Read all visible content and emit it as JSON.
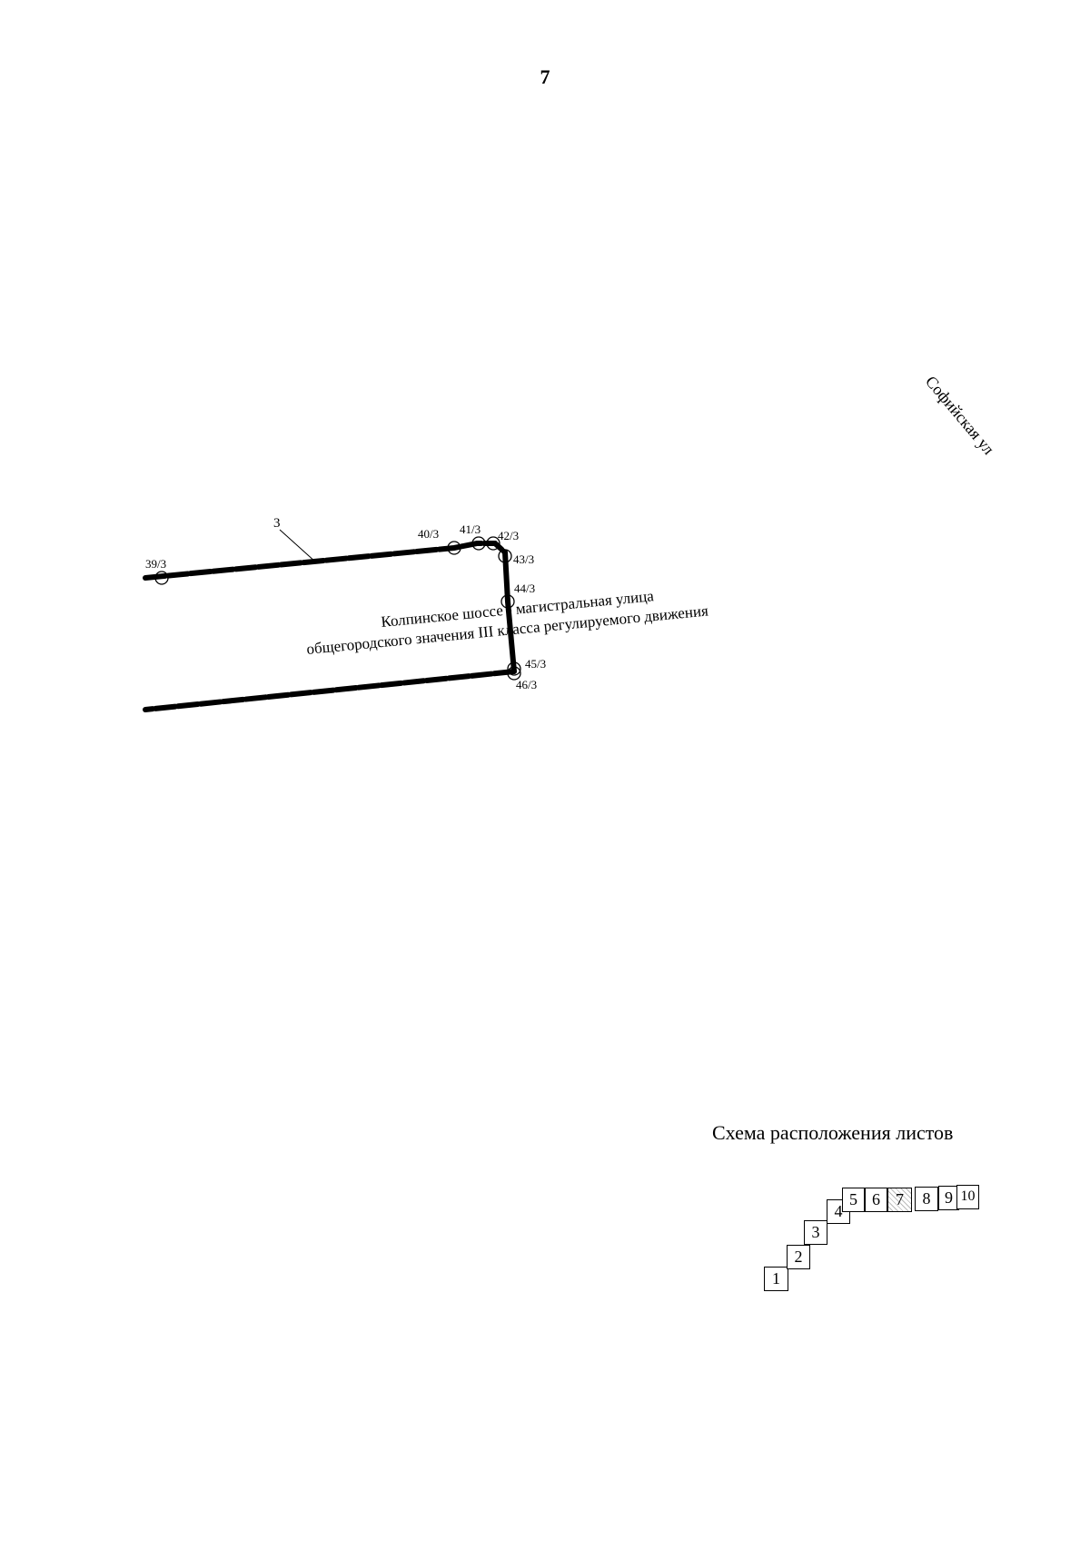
{
  "page": {
    "number": "7"
  },
  "map": {
    "street_label_1": "Колпинское шоссе - магистральная улица",
    "street_label_2": "общегородского значения III класса регулируемого движения",
    "street_label_sofia": "Софийская ул",
    "line_number": "3",
    "points": {
      "p39": "39/3",
      "p40": "40/3",
      "p41": "41/3",
      "p42": "42/3",
      "p43": "43/3",
      "p44": "44/3",
      "p45": "45/3",
      "p46": "46/3"
    }
  },
  "scheme": {
    "title": "Схема расположения листов",
    "sheets": [
      "1",
      "2",
      "3",
      "4",
      "5",
      "6",
      "7",
      "8",
      "9",
      "10"
    ]
  }
}
